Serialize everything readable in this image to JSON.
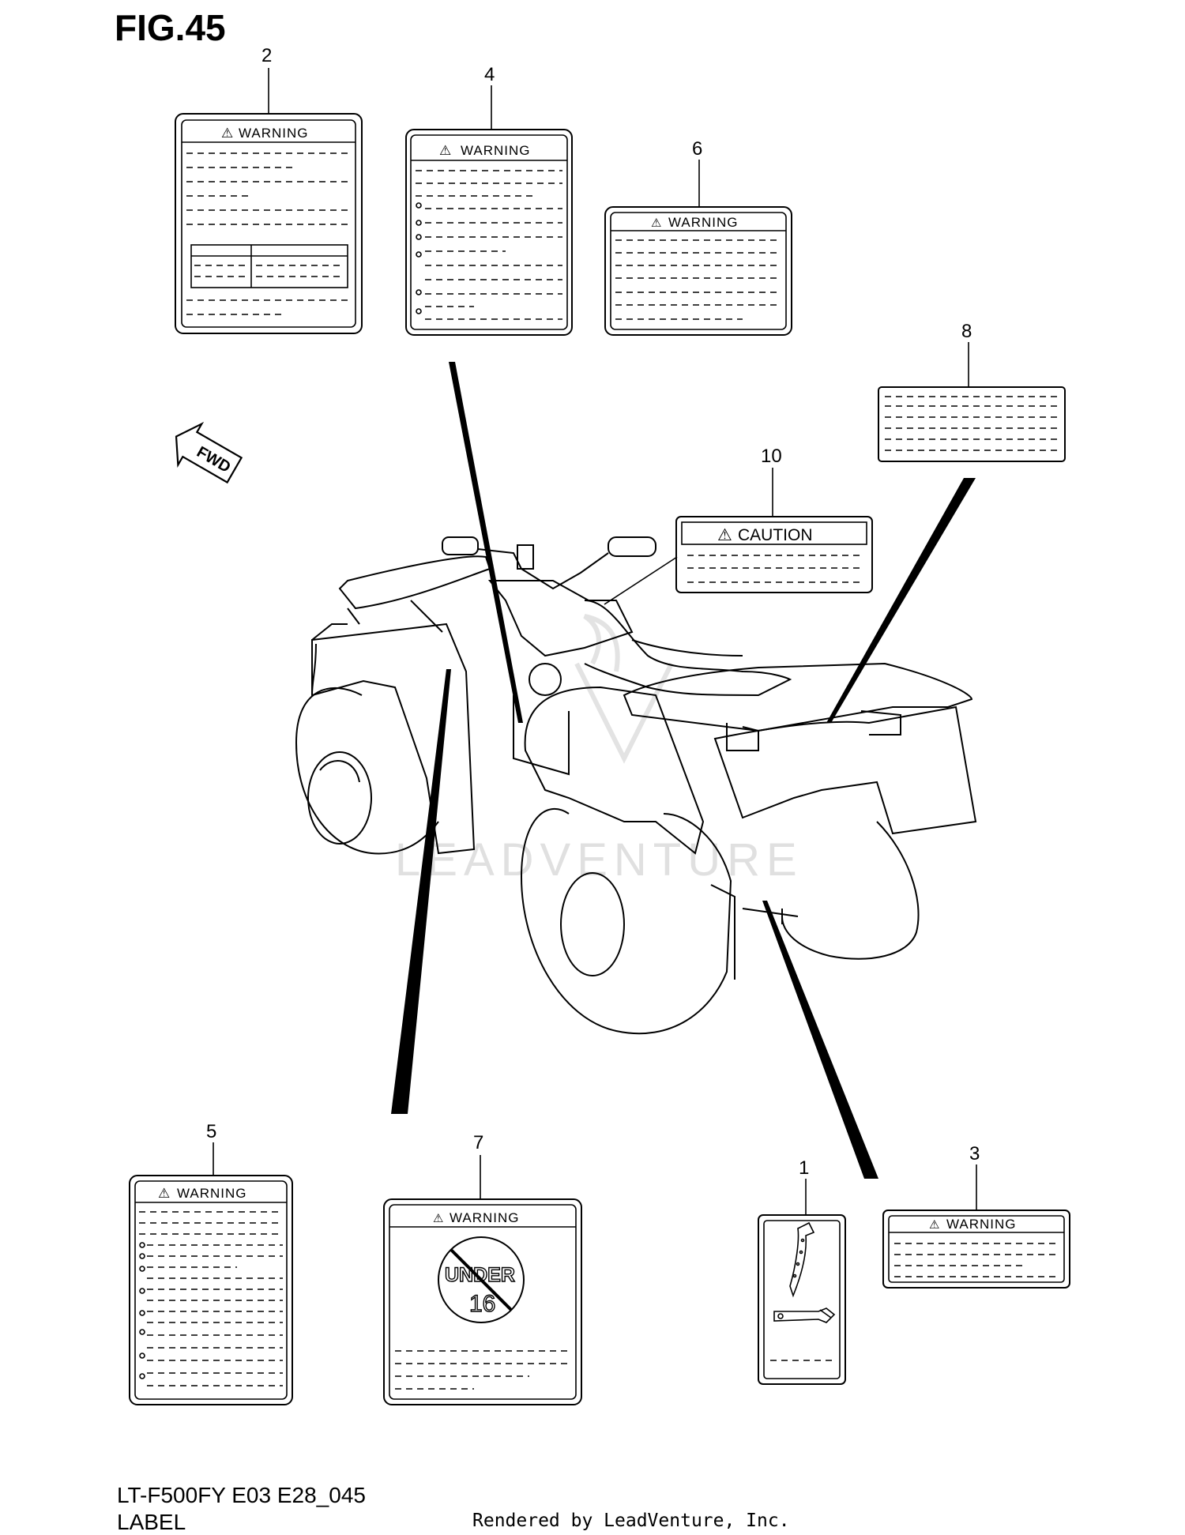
{
  "figure": {
    "title": "FIG.45",
    "model": "LT-F500FY E03 E28_045",
    "section": "LABEL",
    "credit": "Rendered by LeadVenture, Inc.",
    "watermark": "LEADVENTURE"
  },
  "fwd_arrow": {
    "label": "FWD"
  },
  "callouts": [
    {
      "number": "1",
      "label_text": ""
    },
    {
      "number": "2",
      "label_text": "WARNING"
    },
    {
      "number": "3",
      "label_text": "WARNING"
    },
    {
      "number": "4",
      "label_text": "WARNING"
    },
    {
      "number": "5",
      "label_text": "WARNING"
    },
    {
      "number": "6",
      "label_text": "WARNING"
    },
    {
      "number": "7",
      "label_text": "WARNING"
    },
    {
      "number": "8",
      "label_text": ""
    },
    {
      "number": "10",
      "label_text": "CAUTION"
    }
  ],
  "under16": {
    "line1": "UNDER",
    "line2": "16"
  },
  "colors": {
    "ink": "#000000",
    "paper": "#ffffff",
    "watermark": "#d9d9d9"
  }
}
